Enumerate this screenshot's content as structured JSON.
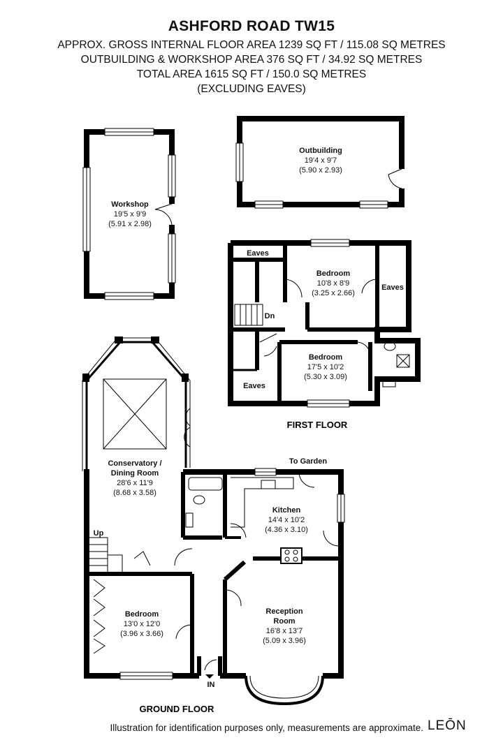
{
  "header": {
    "title": "ASHFORD ROAD TW15",
    "lines": [
      "APPROX. GROSS INTERNAL FLOOR AREA 1239 SQ FT / 115.08 SQ METRES",
      "OUTBUILDING & WORKSHOP AREA 376 SQ FT / 34.92 SQ METRES",
      "TOTAL AREA 1615 SQ FT / 150.0 SQ METRES",
      "(EXCLUDING EAVES)"
    ]
  },
  "rooms": {
    "workshop": {
      "name": "Workshop",
      "dims_imperial": "19'5 x 9'9",
      "dims_metric": "(5.91 x 2.98)"
    },
    "outbuilding": {
      "name": "Outbuilding",
      "dims_imperial": "19'4 x 9'7",
      "dims_metric": "(5.90 x 2.93)"
    },
    "bedroom_ff1": {
      "name": "Bedroom",
      "dims_imperial": "10'8 x 8'9",
      "dims_metric": "(3.25 x 2.66)"
    },
    "bedroom_ff2": {
      "name": "Bedroom",
      "dims_imperial": "17'5 x 10'2",
      "dims_metric": "(5.30 x 3.09)"
    },
    "conservatory": {
      "name_line1": "Conservatory /",
      "name_line2": "Dining Room",
      "dims_imperial": "28'6 x 11'9",
      "dims_metric": "(8.68 x 3.58)"
    },
    "kitchen": {
      "name": "Kitchen",
      "dims_imperial": "14'4 x 10'2",
      "dims_metric": "(4.36 x 3.10)"
    },
    "bedroom_gf": {
      "name": "Bedroom",
      "dims_imperial": "13'0 x 12'0",
      "dims_metric": "(3.96 x 3.66)"
    },
    "reception": {
      "name_line1": "Reception",
      "name_line2": "Room",
      "dims_imperial": "16'8 x 13'7",
      "dims_metric": "(5.09 x 3.96)"
    }
  },
  "labels": {
    "eaves_top": "Eaves",
    "eaves_right": "Eaves",
    "eaves_bottom": "Eaves",
    "stairs_down": "Dn",
    "stairs_up": "Up",
    "to_garden": "To Garden",
    "entrance": "IN"
  },
  "floors": {
    "first": "FIRST FLOOR",
    "ground": "GROUND FLOOR"
  },
  "footer": {
    "disclaimer": "Illustration for identification purposes only, measurements are approximate.",
    "brand": "LEŌN"
  }
}
